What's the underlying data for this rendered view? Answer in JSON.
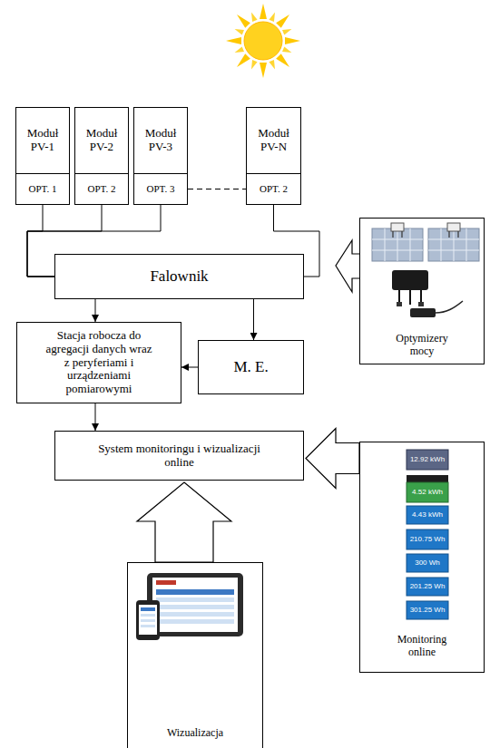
{
  "diagram": {
    "nodes": [
      {
        "text": [
          "Moduł PV-1"
        ]
      },
      {
        "text": [
          "Moduł PV-2"
        ]
      },
      {
        "text": [
          "Moduł PV-3"
        ]
      },
      {
        "text": [
          "Moduł PV-N"
        ]
      },
      {
        "text": [
          "OPT. 1"
        ]
      },
      {
        "text": [
          "OPT. 2"
        ]
      },
      {
        "text": [
          "OPT. 3"
        ]
      },
      {
        "text": [
          "OPT. 2"
        ]
      },
      {
        "text": [
          "Optymizery mocy"
        ]
      },
      {
        "text": [
          "Falownik"
        ]
      },
      {
        "text": [
          "Stacja robocza do agregacji danych wraz z peryferiami i urządzeniami pomiarowymi"
        ]
      },
      {
        "text": [
          "M. E."
        ]
      },
      {
        "text": [
          "System monitoringu i wizualizacji online"
        ]
      },
      {
        "text": [
          "Monitoring online"
        ]
      },
      {
        "text": [
          "Wizualizacja"
        ]
      }
    ],
    "edges": [
      {
        "from": 4,
        "to": 9,
        "arrow": "none"
      },
      {
        "from": 5,
        "to": 9,
        "arrow": "none"
      },
      {
        "from": 6,
        "to": 9,
        "arrow": "none"
      },
      {
        "from": 7,
        "to": 9,
        "arrow": "none"
      },
      {
        "from": 6,
        "to": 7,
        "arrow": "none"
      },
      {
        "from": 9,
        "to": 10,
        "arrow": "to"
      },
      {
        "from": 9,
        "to": 11,
        "arrow": "to"
      },
      {
        "from": 11,
        "to": 10,
        "arrow": "to"
      },
      {
        "from": 10,
        "to": 12,
        "arrow": "to"
      },
      {
        "from": 13,
        "to": 12,
        "arrow": "to"
      },
      {
        "from": 14,
        "to": 12,
        "arrow": "to"
      }
    ],
    "labels": [
      "12.92 kWh",
      "4.52 kWh",
      "4.43 kWh",
      "210.75 Wh",
      "300 Wh",
      "201.25 Wh",
      "301.25 Wh"
    ]
  }
}
